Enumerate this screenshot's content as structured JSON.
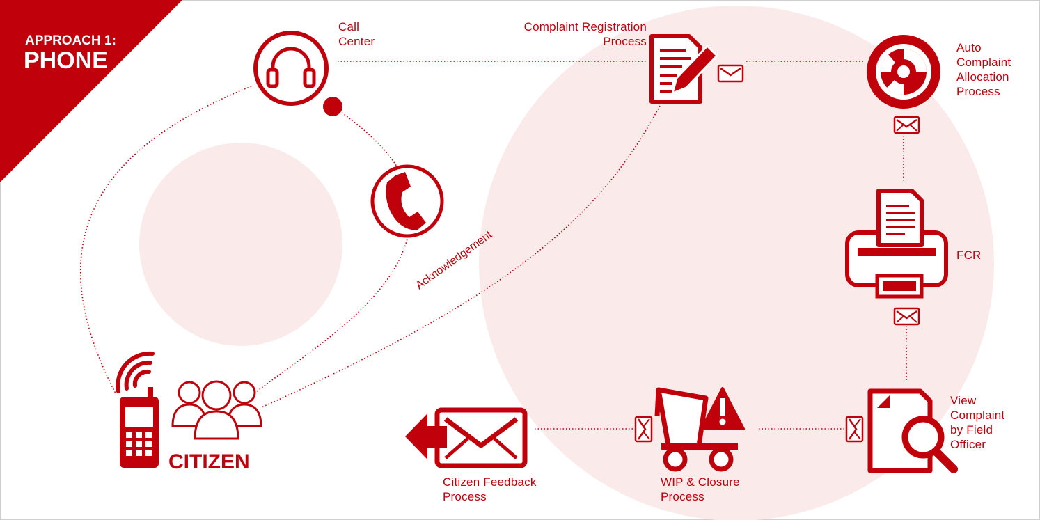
{
  "colors": {
    "brand_red": "#c0000b",
    "bg_circle": "#fbeaea",
    "frame": "#d0d0d0"
  },
  "banner": {
    "approach": "APPROACH 1:",
    "channel": "PHONE"
  },
  "nodes": {
    "call_center": {
      "line1": "Call",
      "line2": "Center",
      "icon": "headset-icon"
    },
    "phone_call": {
      "icon": "phone-handset-icon"
    },
    "complaint_registration": {
      "line1": "Complaint Registration",
      "line2": "Process",
      "icon": "document-pen-icon"
    },
    "auto_allocation": {
      "line1": "Auto",
      "line2": "Complaint",
      "line3": "Allocation",
      "line4": "Process",
      "icon": "target-disc-icon"
    },
    "fcr": {
      "label": "FCR",
      "icon": "printer-icon"
    },
    "view_complaint": {
      "line1": "View",
      "line2": "Complaint",
      "line3": "by Field",
      "line4": "Officer",
      "icon": "document-magnifier-icon"
    },
    "wip_closure": {
      "line1": "WIP & Closure",
      "line2": "Process",
      "icon": "cart-alert-icon"
    },
    "citizen_feedback": {
      "line1": "Citizen Feedback",
      "line2": "Process",
      "icon": "envelope-arrow-icon"
    },
    "citizen": {
      "label": "CITIZEN",
      "icons": [
        "mobile-phone-icon",
        "people-group-icon"
      ]
    }
  },
  "connectors": {
    "acknowledgement": "Acknowledgement",
    "message_icon": "envelope-icon"
  }
}
